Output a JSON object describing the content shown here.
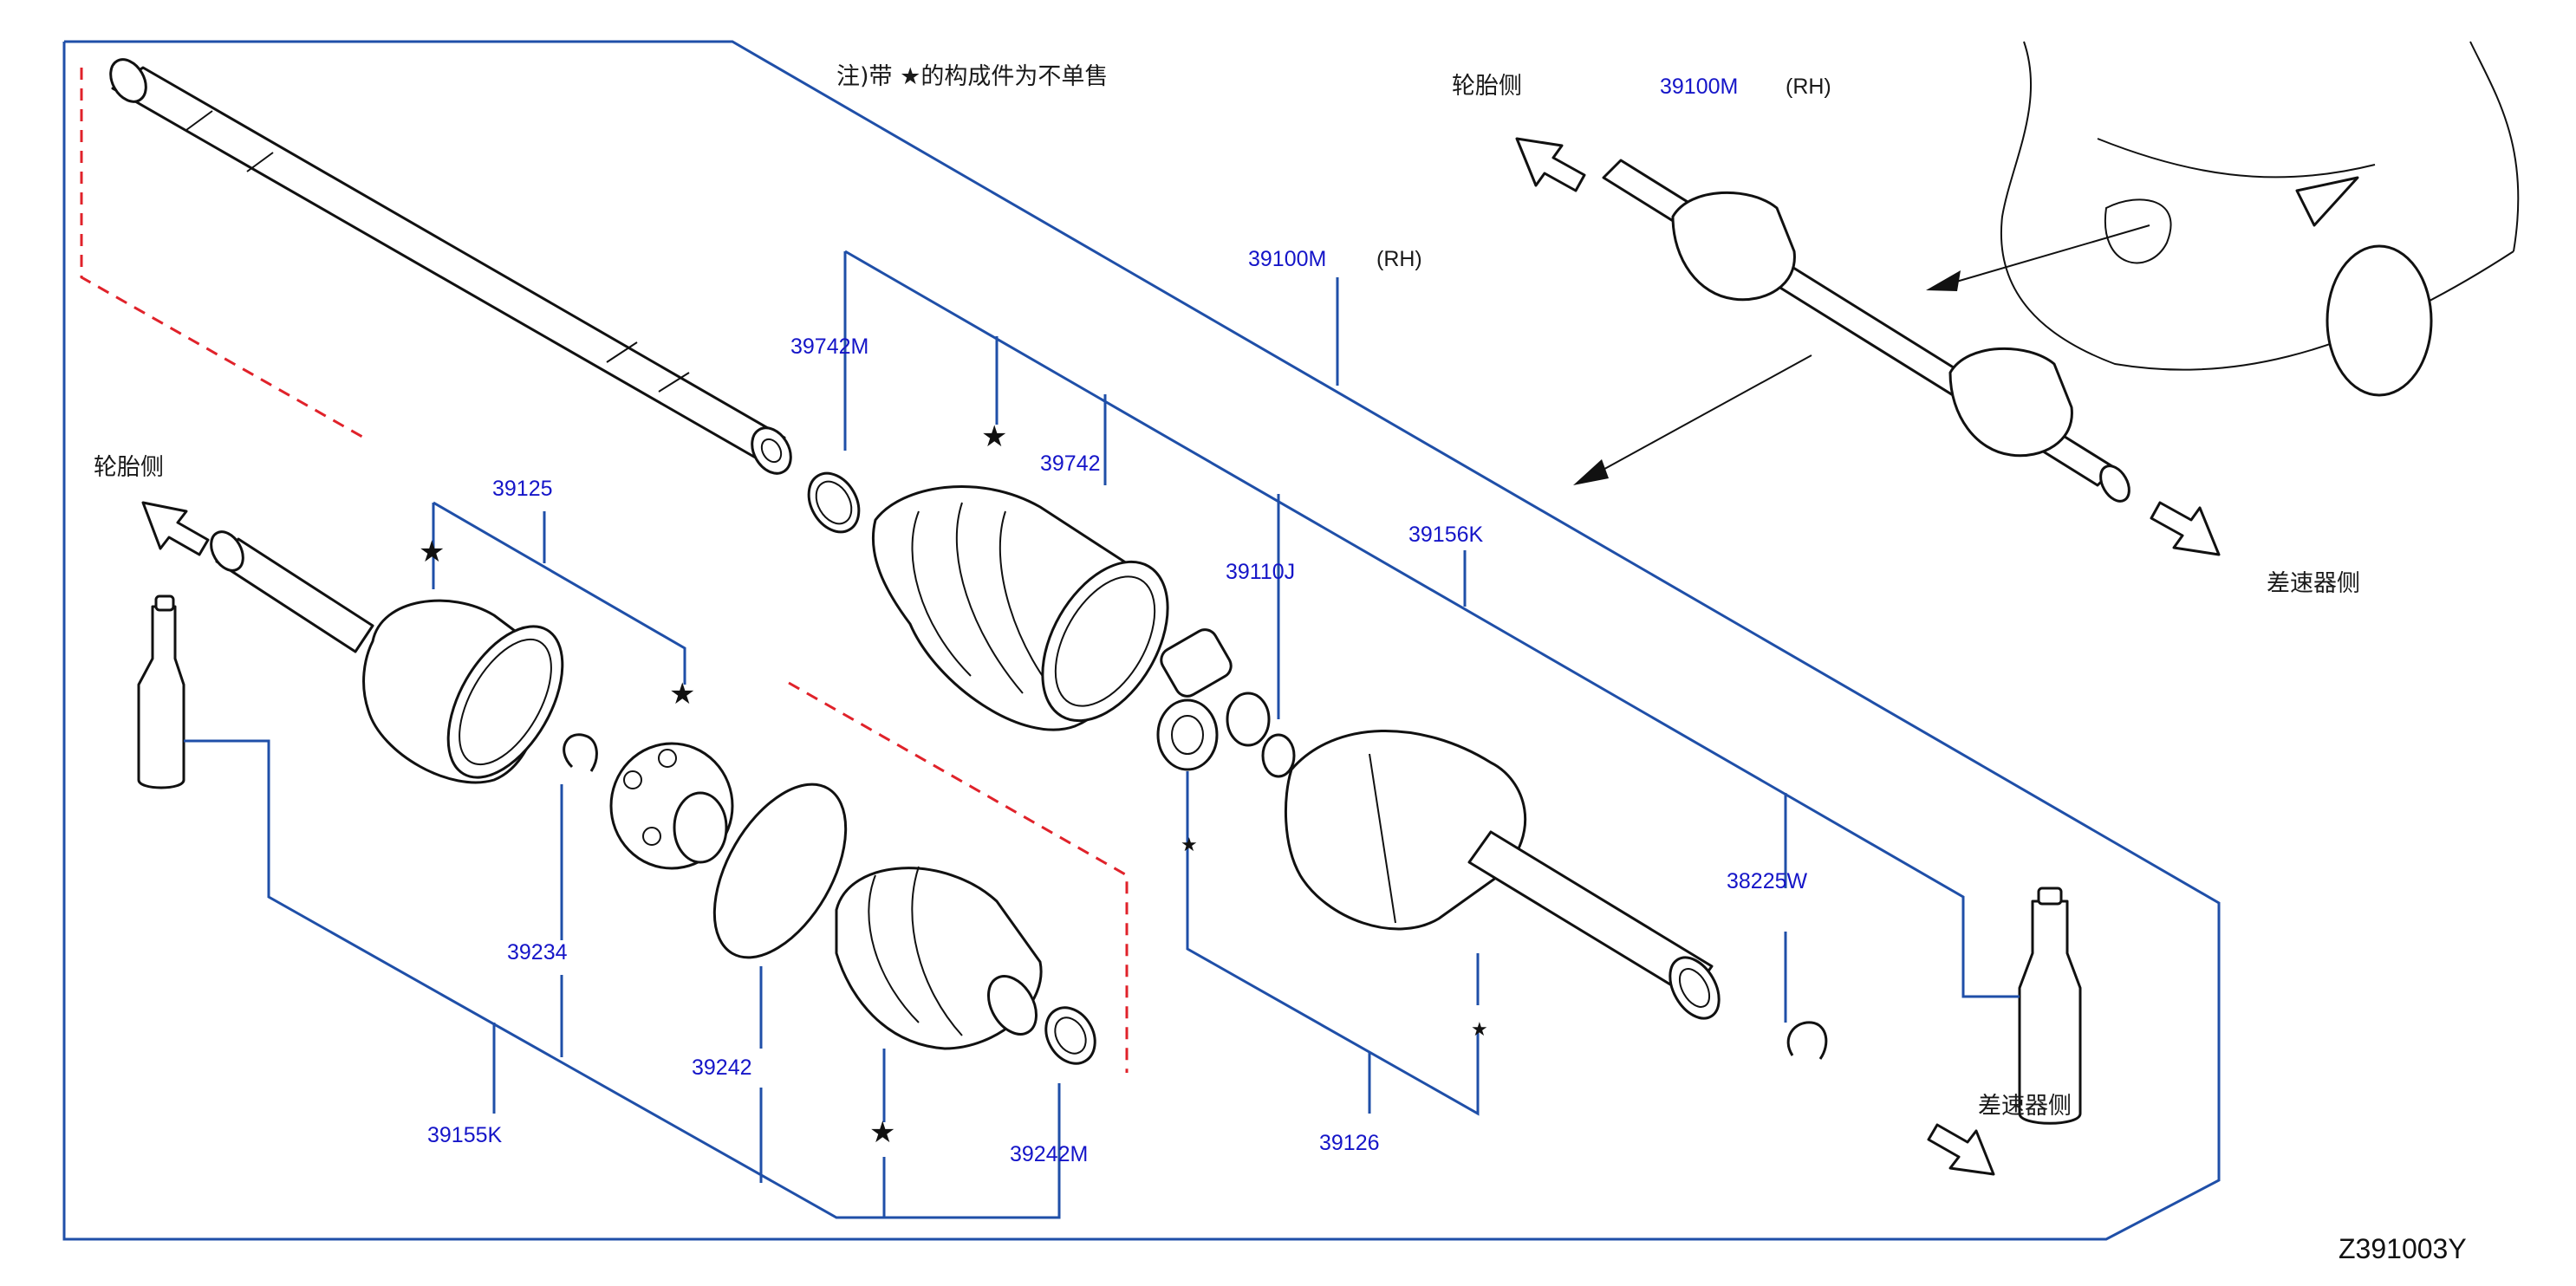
{
  "diagram": {
    "note": "注)带 ★的构成件为不单售",
    "figure_code": "Z391003Y",
    "side_labels": {
      "tire_side": "轮胎侧",
      "diff_side": "差速器侧"
    },
    "rh": "(RH)",
    "star_glyph": "★",
    "part_numbers": {
      "p39100M": "39100M",
      "p39742M": "39742M",
      "p39742": "39742",
      "p39110J": "39110J",
      "p39156K": "39156K",
      "p38225W": "38225W",
      "p39125": "39125",
      "p39234": "39234",
      "p39242": "39242",
      "p39242M": "39242M",
      "p39155K": "39155K",
      "p39126": "39126"
    }
  }
}
